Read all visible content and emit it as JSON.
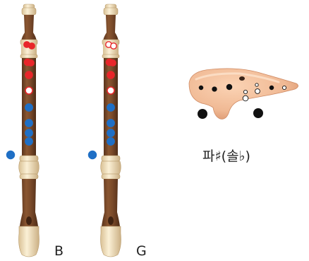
{
  "colors": {
    "wood": "#7a4a2a",
    "wood_dark": "#5a341c",
    "ivory": "#f3e3c0",
    "ivory_shade": "#d9c195",
    "red": "#e8262a",
    "blue": "#1f6fc5",
    "ocarina": "#f0b994",
    "ocarina_shade": "#d98e68",
    "black": "#111111"
  },
  "recorders": [
    {
      "note_label": "B",
      "thumb_hole": "closed",
      "top_pair": [
        "closed",
        "closed"
      ],
      "left_hand": [
        "closed",
        "closed",
        "open"
      ],
      "right_hand": [
        "closed",
        "closed",
        "closed",
        "closed"
      ],
      "side_hole": "closed"
    },
    {
      "note_label": "G",
      "thumb_hole": "open",
      "top_pair": [
        "open",
        "open"
      ],
      "left_hand": [
        "closed",
        "closed",
        "open"
      ],
      "right_hand": [
        "closed",
        "closed",
        "closed",
        "closed"
      ],
      "side_hole": "closed"
    }
  ],
  "ocarina": {
    "label": "파♯(솔♭)"
  }
}
